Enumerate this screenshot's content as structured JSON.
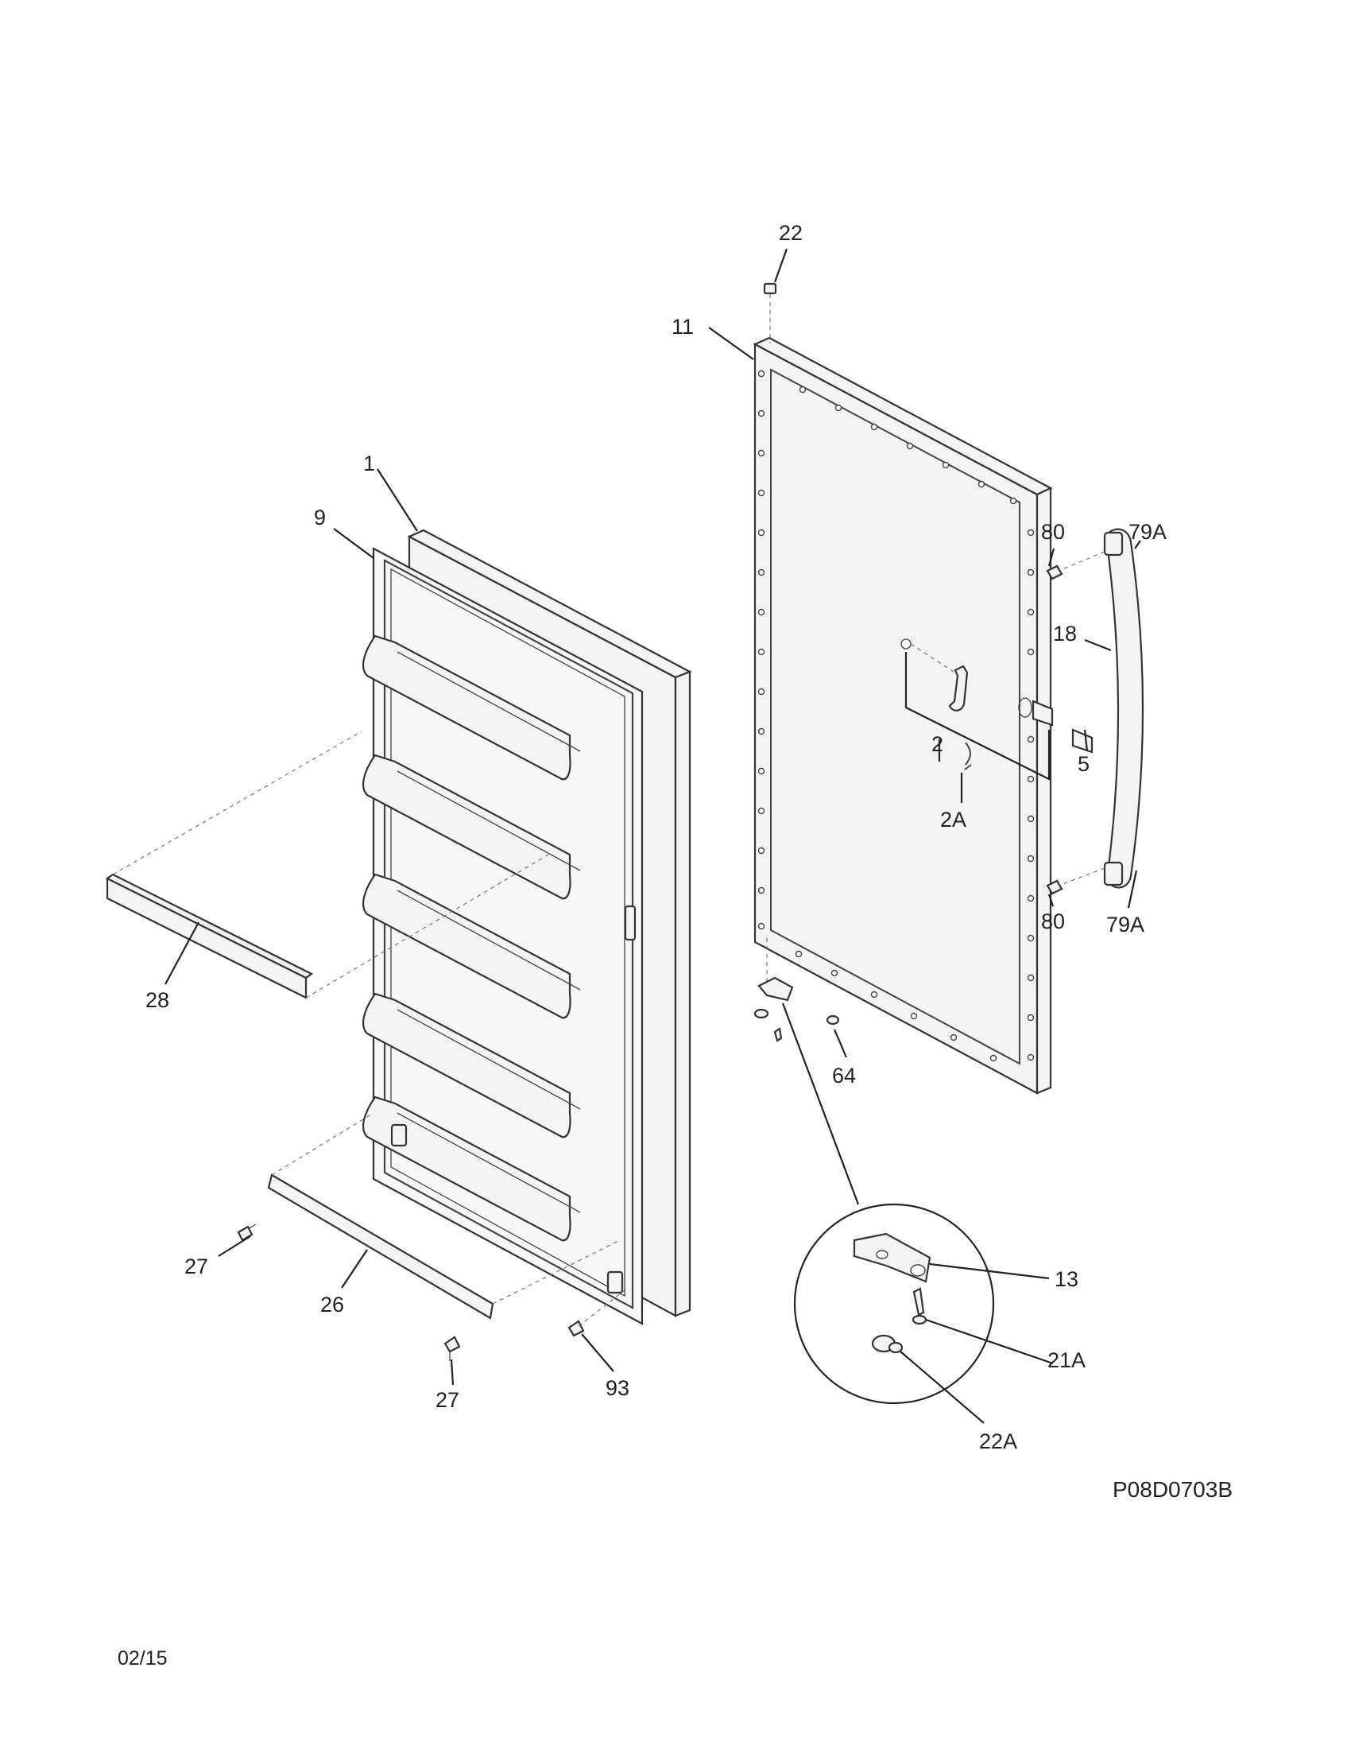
{
  "labels": {
    "p1": "1",
    "p9": "9",
    "p11": "11",
    "p22": "22",
    "p80_top": "80",
    "p79A_top": "79A",
    "p18": "18",
    "p2": "2",
    "p5": "5",
    "p2A": "2A",
    "p80_bottom": "80",
    "p79A_bottom": "79A",
    "p28": "28",
    "p64": "64",
    "p13": "13",
    "p27_left": "27",
    "p26": "26",
    "p21A": "21A",
    "p93": "93",
    "p27_bottom": "27",
    "p22A": "22A"
  },
  "diagram_id": "P08D0703B",
  "date_code": "02/15"
}
